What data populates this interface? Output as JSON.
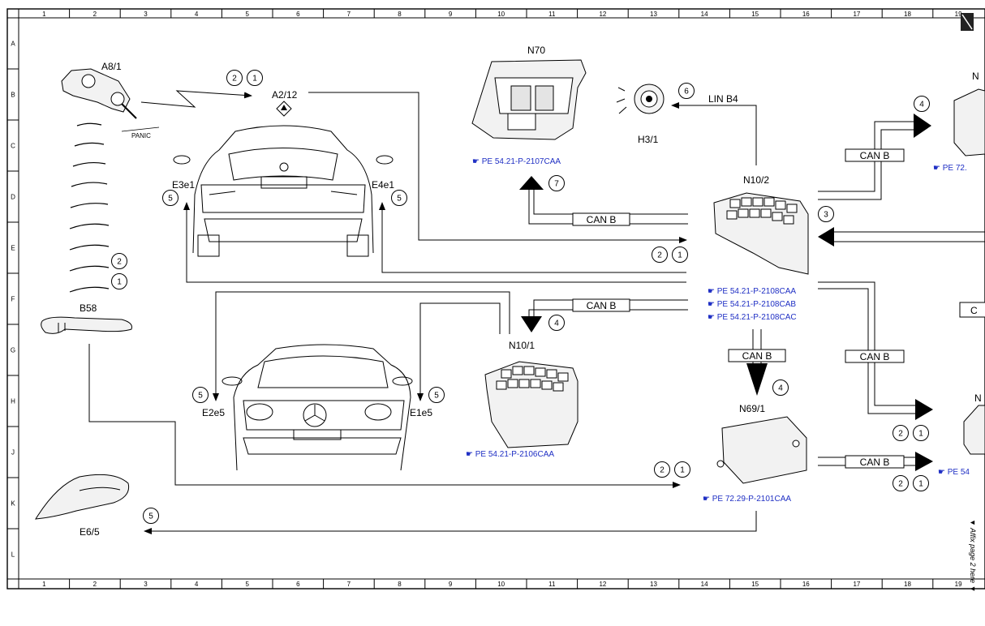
{
  "frame": {
    "columns": [
      "1",
      "2",
      "3",
      "4",
      "5",
      "6",
      "7",
      "8",
      "9",
      "10",
      "11",
      "12",
      "13",
      "14",
      "15",
      "16",
      "17",
      "18",
      "19"
    ],
    "rows": [
      "A",
      "B",
      "C",
      "D",
      "E",
      "F",
      "G",
      "H",
      "J",
      "K",
      "L"
    ]
  },
  "components": {
    "a8_1": "A8/1",
    "panic": "PANIC",
    "a2_12": "A2/12",
    "n70": "N70",
    "h3_1": "H3/1",
    "lin_b4": "LIN B4",
    "n10_2": "N10/2",
    "n10_1": "N10/1",
    "n69_1": "N69/1",
    "b58": "B58",
    "e6_5": "E6/5",
    "e3e1": "E3e1",
    "e4e1": "E4e1",
    "e2e5": "E2e5",
    "e1e5": "E1e5",
    "n_partial_top": "N",
    "n_partial_mid": "N",
    "c_partial": "C"
  },
  "bus_label": "CAN B",
  "refs": {
    "n70_ref": "PE 54.21-P-2107CAA",
    "n10_2_ref_a": "PE 54.21-P-2108CAA",
    "n10_2_ref_b": "PE 54.21-P-2108CAB",
    "n10_2_ref_c": "PE 54.21-P-2108CAC",
    "n10_1_ref": "PE 54.21-P-2106CAA",
    "n69_1_ref": "PE 72.29-P-2101CAA",
    "right_top_ref": "PE 72.",
    "right_bottom_ref": "PE 54"
  },
  "affix_note": "Affix page 2 here",
  "callouts": {
    "c1": "1",
    "c2": "2",
    "c3": "3",
    "c4": "4",
    "c5": "5",
    "c6": "6",
    "c7": "7"
  }
}
